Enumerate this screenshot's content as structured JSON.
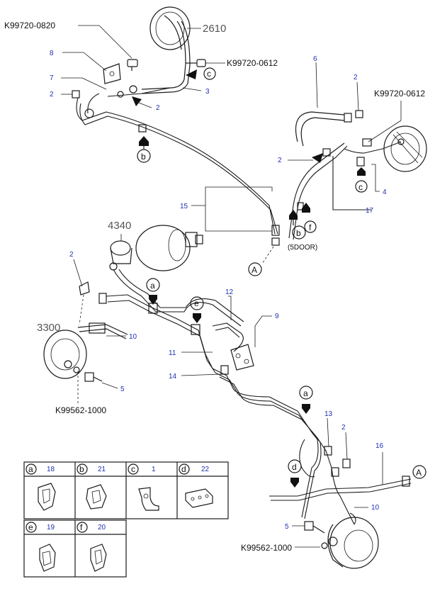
{
  "part_numbers": {
    "top_left": "K99720-0820",
    "top_mid": "K99720-0612",
    "right_mid": "K99720-0612",
    "left_low": "K99562-1000",
    "bottom": "K99562-1000"
  },
  "assemblies": {
    "a2610": "2610",
    "a4340": "4340",
    "a3300": "3300"
  },
  "callouts": {
    "n8": "8",
    "n7": "7",
    "n2a": "2",
    "n2b": "2",
    "n3": "3",
    "n6": "6",
    "n2c": "2",
    "n2d": "2",
    "n4": "4",
    "n17": "17",
    "n15": "15",
    "n2e": "2",
    "n12": "12",
    "n9": "9",
    "n10a": "10",
    "n11": "11",
    "n14": "14",
    "n5a": "5",
    "n13": "13",
    "n2f": "2",
    "n16": "16",
    "n10b": "10",
    "n5b": "5"
  },
  "view_markers": {
    "b_top": "b",
    "c_top": "c",
    "c_right": "c",
    "b_mid": "b",
    "f_mid": "f",
    "a_mid": "a",
    "e_mid": "e",
    "a_low": "a",
    "d_low": "d",
    "A_left": "A",
    "A_right": "A"
  },
  "note_5door": "(5DOOR)",
  "legend": [
    {
      "letter": "a",
      "num": "18"
    },
    {
      "letter": "b",
      "num": "21"
    },
    {
      "letter": "c",
      "num": "1"
    },
    {
      "letter": "d",
      "num": "22"
    },
    {
      "letter": "e",
      "num": "19"
    },
    {
      "letter": "f",
      "num": "20"
    }
  ]
}
